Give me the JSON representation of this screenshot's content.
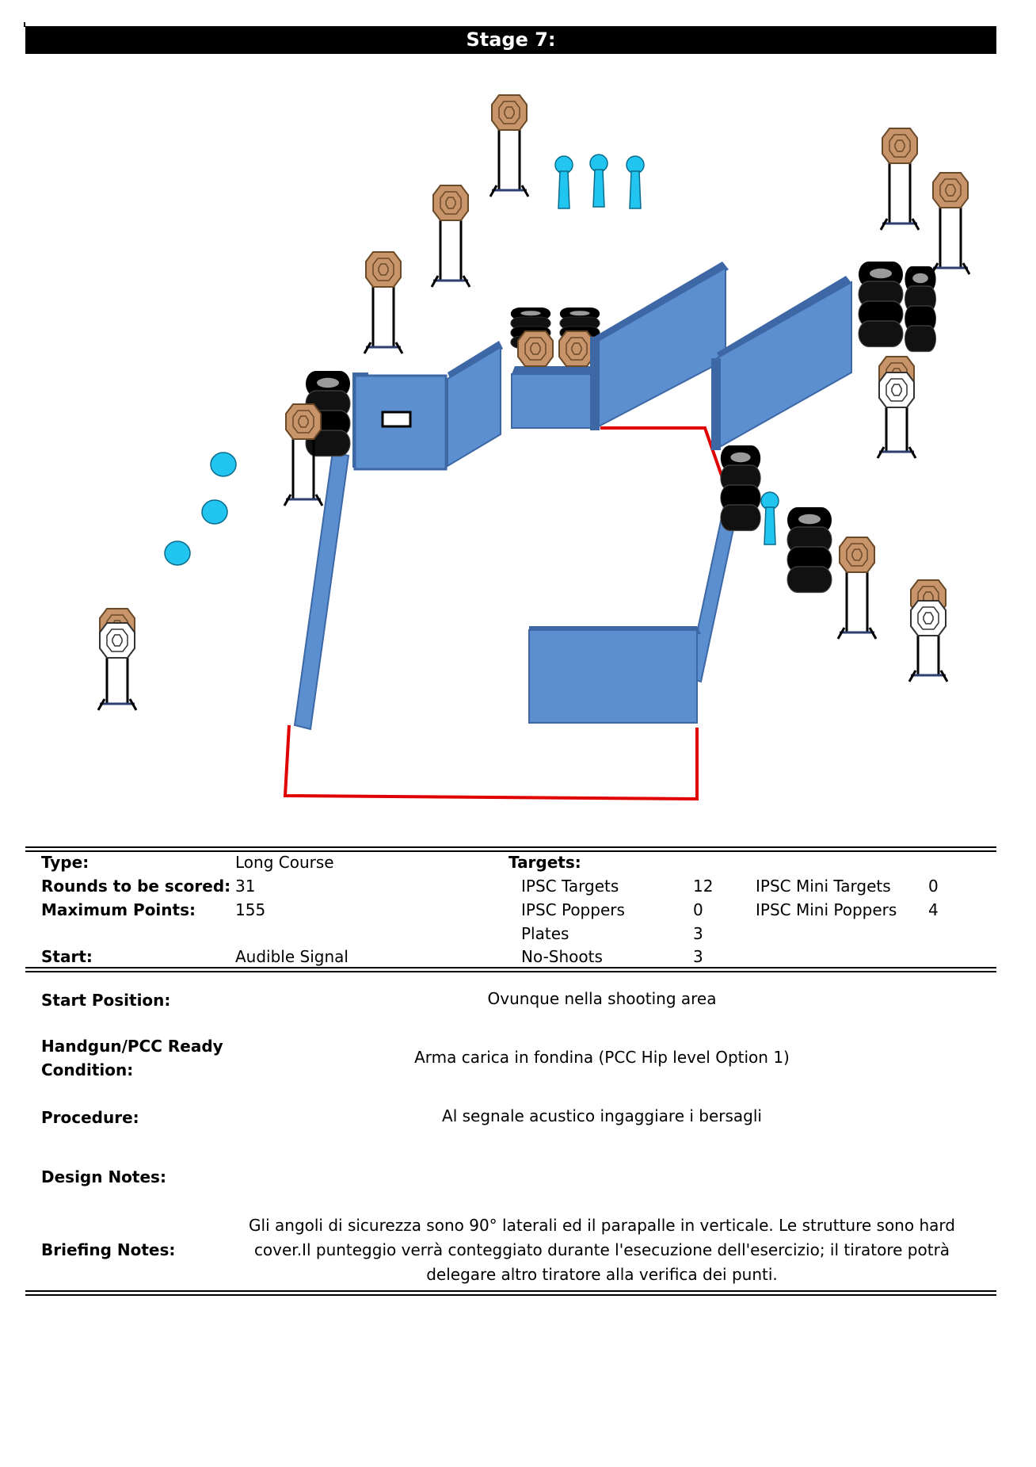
{
  "header": {
    "title": "Stage 7:"
  },
  "summary": {
    "type_label": "Type:",
    "type_value": "Long Course",
    "rounds_label": "Rounds to be scored:",
    "rounds_value": "31",
    "max_points_label": "Maximum Points:",
    "max_points_value": "155",
    "start_label": "Start:",
    "start_value": "Audible Signal",
    "targets_label": "Targets:",
    "targets": [
      {
        "label": "IPSC Targets",
        "value": "12"
      },
      {
        "label": "IPSC Poppers",
        "value": "0"
      },
      {
        "label": "Plates",
        "value": "3"
      },
      {
        "label": "No-Shoots",
        "value": "3"
      }
    ],
    "mini": [
      {
        "label": "IPSC Mini Targets",
        "value": "0"
      },
      {
        "label": "IPSC Mini Poppers",
        "value": "4"
      }
    ]
  },
  "details": {
    "start_position_label": "Start Position:",
    "start_position_value": "Ovunque nella shooting area",
    "ready_label_1": "Handgun/PCC Ready",
    "ready_label_2": "Condition:",
    "ready_value": "Arma carica in fondina (PCC Hip level Option 1)",
    "procedure_label": "Procedure:",
    "procedure_value": "Al segnale acustico ingaggiare  i bersagli",
    "design_label": "Design Notes:",
    "briefing_label": "Briefing Notes:",
    "briefing_line_1": "Gli angoli di sicurezza sono 90° laterali ed il parapalle in verticale. Le strutture sono hard",
    "briefing_line_2": "cover.Il punteggio verrà conteggiato durante l'esecuzione dell'esercizio; il tiratore potrà",
    "briefing_line_3": "delegare altro tiratore alla verifica  dei punti."
  },
  "colors": {
    "target": "#c8956a",
    "wall": "#5b8fd0",
    "wall_dark": "#3d68a5",
    "popper": "#22c4f0",
    "fault_line": "#e00000",
    "barrel": "#000000"
  }
}
